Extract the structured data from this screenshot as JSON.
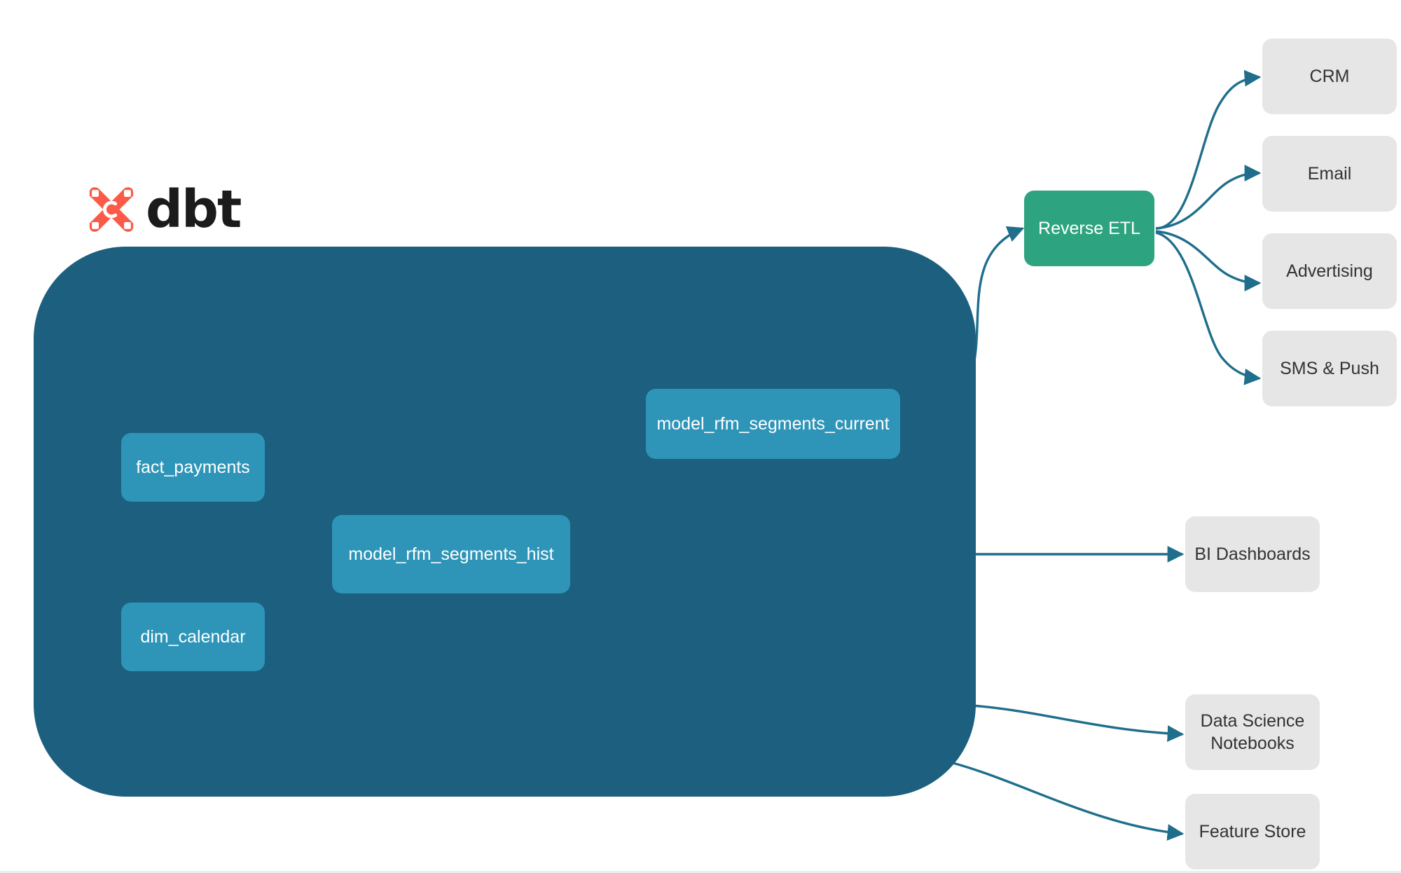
{
  "brand": {
    "logo_icon": "dbt-x-logo-icon",
    "wordmark": "dbt",
    "logo_color": "#FB5B46",
    "wordmark_color": "#1b1b1b"
  },
  "colors": {
    "project_container": "#1C5F7E",
    "model_node": "#2E95B8",
    "reverse_etl_node": "#2DA47F",
    "destination_node": "#E6E6E6",
    "internal_edge": "#3A9DBE",
    "external_edge": "#1F6E8C",
    "background": "#FFFFFF"
  },
  "project_container": {
    "name": "dbt-project-boundary",
    "label": ""
  },
  "models": [
    {
      "id": "fact_payments",
      "label": "fact_payments"
    },
    {
      "id": "dim_calendar",
      "label": "dim_calendar"
    },
    {
      "id": "model_rfm_segments_hist",
      "label": "model_rfm_segments_hist"
    },
    {
      "id": "model_rfm_segments_current",
      "label": "model_rfm_segments_current"
    }
  ],
  "activation": {
    "reverse_etl": {
      "id": "reverse_etl",
      "label": "Reverse ETL"
    }
  },
  "destinations": {
    "reverse_etl_targets": [
      {
        "id": "crm",
        "label": "CRM"
      },
      {
        "id": "email",
        "label": "Email"
      },
      {
        "id": "advertising",
        "label": "Advertising"
      },
      {
        "id": "sms_push",
        "label": "SMS & Push"
      }
    ],
    "direct_targets": [
      {
        "id": "bi_dashboards",
        "label": "BI Dashboards"
      },
      {
        "id": "ds_notebooks",
        "label_line1": "Data Science",
        "label_line2": "Notebooks"
      },
      {
        "id": "feature_store",
        "label": "Feature Store"
      }
    ]
  },
  "edges": [
    {
      "from": "fact_payments",
      "to": "model_rfm_segments_hist",
      "style": "internal"
    },
    {
      "from": "dim_calendar",
      "to": "model_rfm_segments_hist",
      "style": "internal"
    },
    {
      "from": "model_rfm_segments_hist",
      "to": "model_rfm_segments_current",
      "style": "internal"
    },
    {
      "from": "model_rfm_segments_current",
      "to": "reverse_etl",
      "style": "external"
    },
    {
      "from": "reverse_etl",
      "to": "crm",
      "style": "external"
    },
    {
      "from": "reverse_etl",
      "to": "email",
      "style": "external"
    },
    {
      "from": "reverse_etl",
      "to": "advertising",
      "style": "external"
    },
    {
      "from": "reverse_etl",
      "to": "sms_push",
      "style": "external"
    },
    {
      "from": "model_rfm_segments_hist",
      "to": "bi_dashboards",
      "style": "external"
    },
    {
      "from": "model_rfm_segments_hist",
      "to": "ds_notebooks",
      "style": "external"
    },
    {
      "from": "model_rfm_segments_hist",
      "to": "feature_store",
      "style": "external"
    }
  ]
}
